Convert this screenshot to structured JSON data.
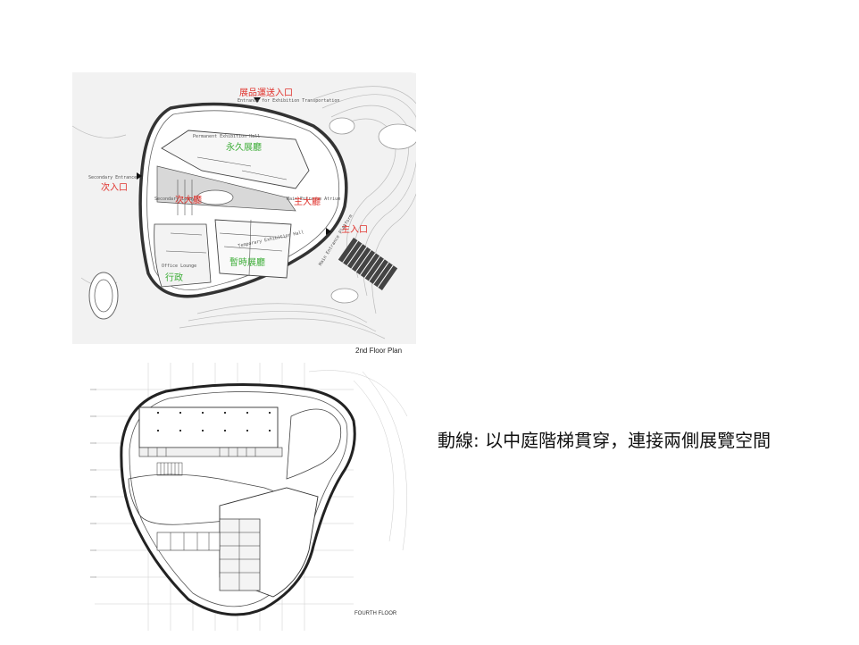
{
  "top_plan": {
    "caption": "2nd Floor Plan",
    "labels": {
      "exhibit_entrance_zh": "展品運送入口",
      "exhibit_entrance_en": "Entrance for Exhibition Transportation",
      "permanent_hall_en": "Permanent Exhibition Hall",
      "permanent_hall_zh": "永久展廳",
      "secondary_entrance_en": "Secondary Entrance",
      "secondary_entrance_zh": "次入口",
      "secondary_lobby_en": "Secondary Lobby",
      "secondary_lobby_zh": "次大廳",
      "main_lobby_en": "Main Entrance Atrium",
      "main_lobby_zh": "主大廳",
      "main_entrance_en": "Main Entrance Platform",
      "main_entrance_zh": "主入口",
      "temporary_hall_en": "Temporary Exhibition Hall",
      "temporary_hall_zh": "暫時展廳",
      "office_en": "Office Lounge",
      "office_zh": "行政"
    }
  },
  "bottom_plan": {
    "caption": "FOURTH FLOOR"
  },
  "note": "動線: 以中庭階梯貫穿，連接兩側展覽空間",
  "colors": {
    "red_label": "#e0312b",
    "green_label": "#3fae3a"
  }
}
